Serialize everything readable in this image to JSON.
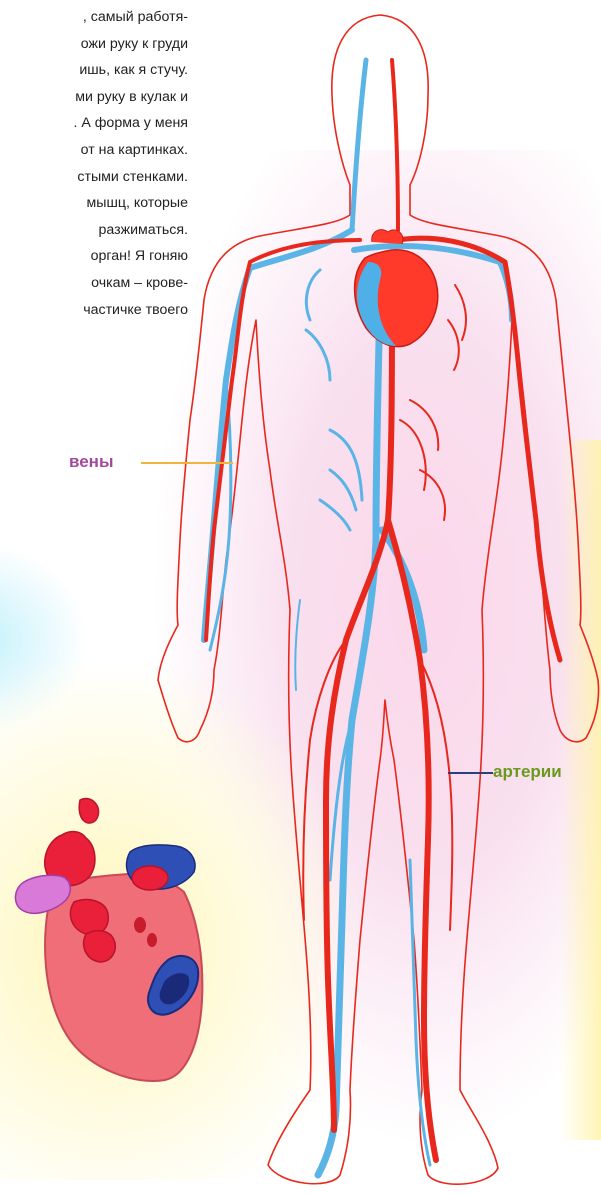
{
  "intro_text": {
    "lines": [
      ", самый работя-",
      "ожи руку к груди",
      "ишь, как я стучу.",
      "ми руку в кулак и",
      ". А форма у меня",
      "от на картинках.",
      "стыми стенками.",
      "мышц, которые",
      "разжиматься.",
      "орган! Я гоняю",
      "очкам – крове-",
      "частичке твоего"
    ]
  },
  "labels": {
    "veins": "вены",
    "arteries": "артерии"
  },
  "colors": {
    "artery": "#e8281c",
    "vein": "#5ab4e6",
    "label_veins": "#a44a9c",
    "label_arteries": "#6a9a1c",
    "heart_model": "#ef6e78"
  }
}
